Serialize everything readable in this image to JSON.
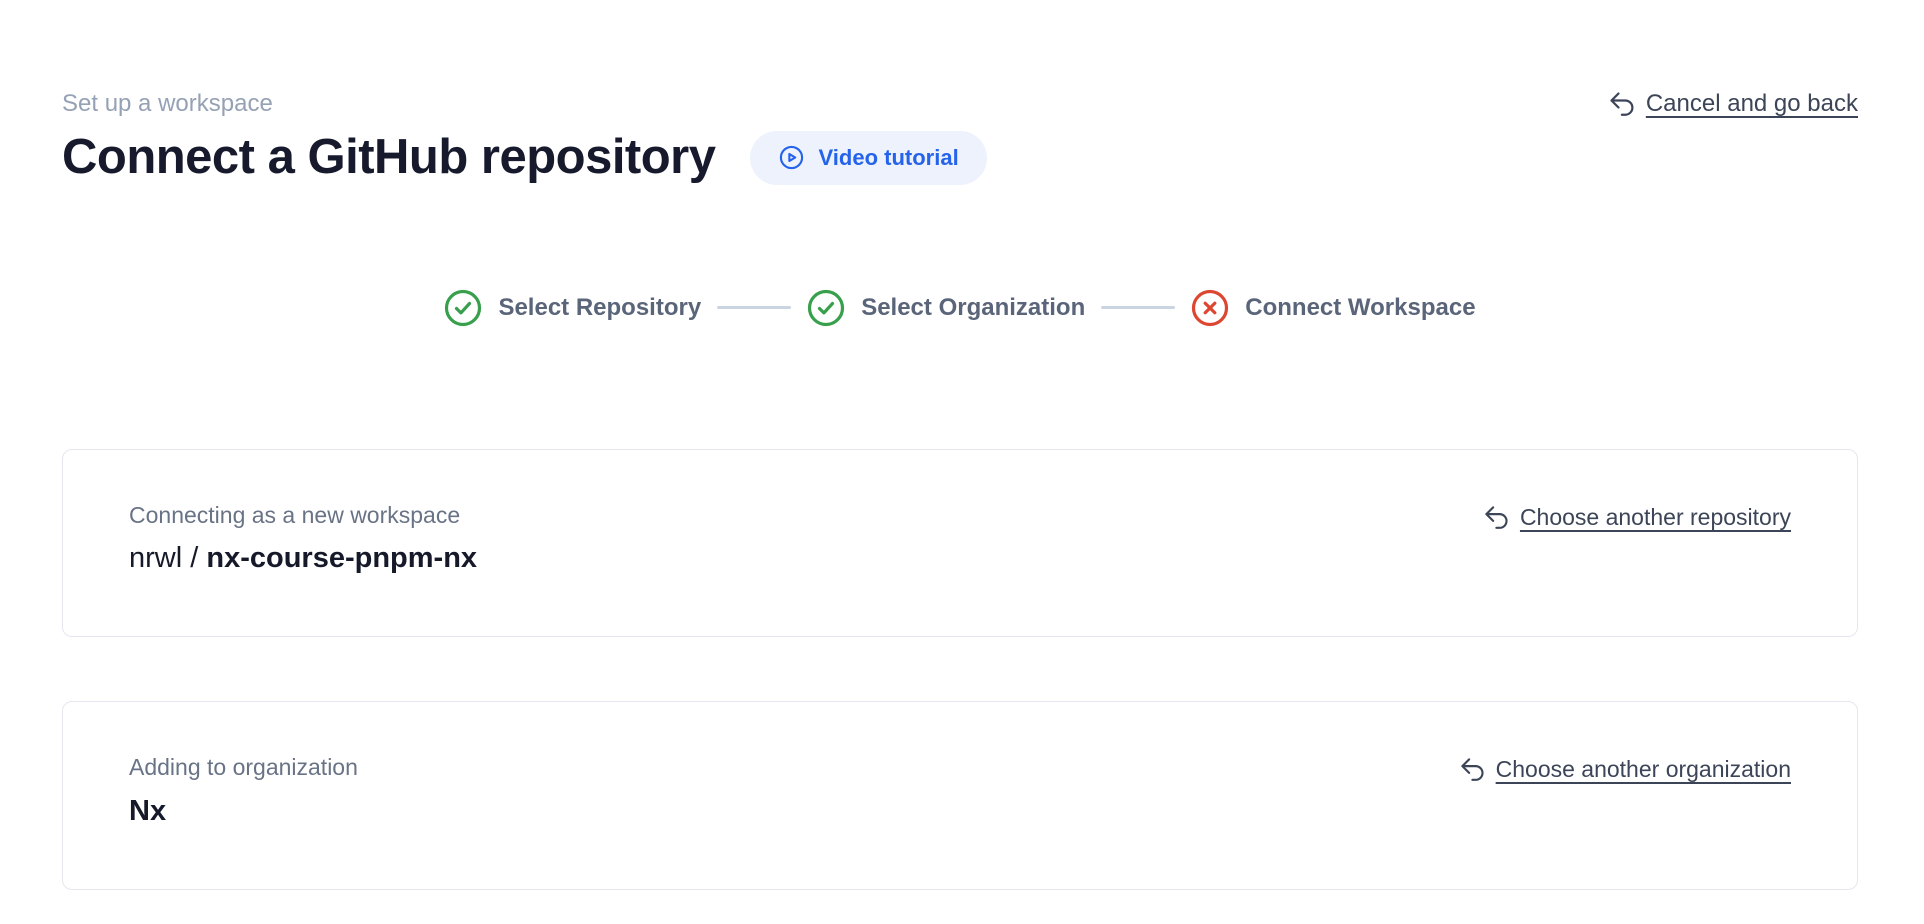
{
  "header": {
    "eyebrow": "Set up a workspace",
    "title": "Connect a GitHub repository",
    "video_tutorial": {
      "label": "Video tutorial",
      "icon": "play-circle-icon"
    },
    "cancel": {
      "label": "Cancel and go back",
      "icon": "undo-arrow-icon"
    }
  },
  "stepper": {
    "steps": [
      {
        "label": "Select Repository",
        "status": "complete",
        "icon": "check-circle-icon"
      },
      {
        "label": "Select Organization",
        "status": "complete",
        "icon": "check-circle-icon"
      },
      {
        "label": "Connect Workspace",
        "status": "error",
        "icon": "x-circle-icon"
      }
    ]
  },
  "repository_card": {
    "label": "Connecting as a new workspace",
    "owner": "nrwl /",
    "repo_name": "nx-course-pnpm-nx",
    "change_link": {
      "label": "Choose another repository",
      "icon": "undo-arrow-icon"
    }
  },
  "organization_card": {
    "label": "Adding to organization",
    "org_name": "Nx",
    "change_link": {
      "label": "Choose another organization",
      "icon": "undo-arrow-icon"
    }
  },
  "colors": {
    "accent_blue": "#2563eb",
    "accent_blue_bg": "#edf2fd",
    "success_green": "#38a04c",
    "error_red": "#dd4732",
    "link_text": "#3c4557",
    "eyebrow_gray": "#95a1b4",
    "step_label_gray": "#5b6579",
    "connector_gray": "#cbd5e1",
    "card_border": "#e6e6f0",
    "heading_dark": "#161a2c"
  }
}
